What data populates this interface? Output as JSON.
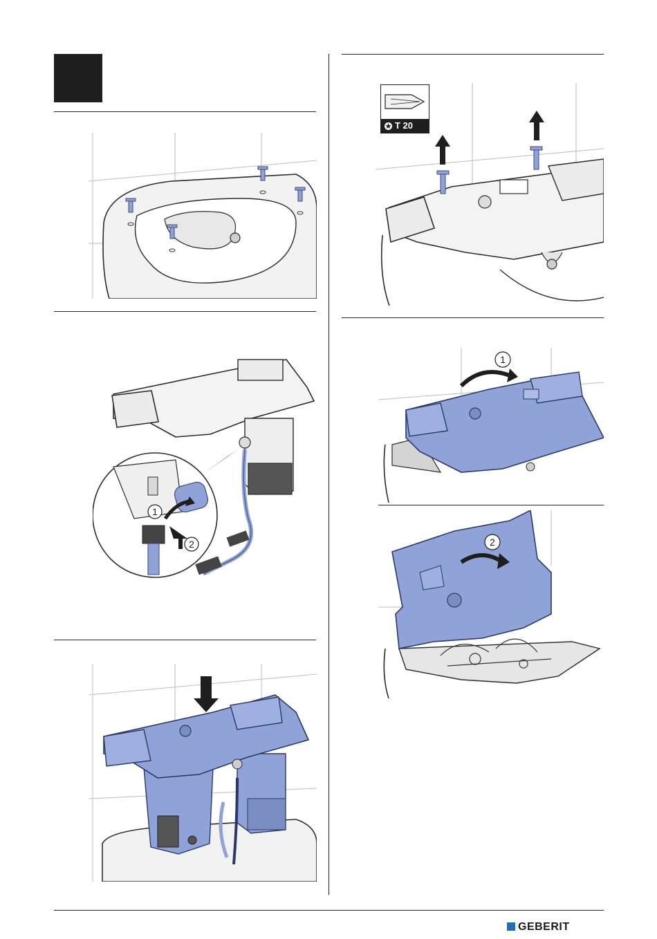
{
  "page": {
    "brand_name": "GEBERIT",
    "brand_color": "#1f6fb8",
    "step_box_color": "#1e1e1e",
    "part_highlight_color": "#8fa3d9"
  },
  "tool": {
    "size_label": "T 20",
    "icon": "torx-bit-icon"
  },
  "callouts": {
    "step_cap_1": "1",
    "step_cap_2": "2",
    "lift_1": "1",
    "lift_2": "2"
  },
  "figures": [
    {
      "name": "remove-screws-figure",
      "icon": "screws-in-toilet-bowl"
    },
    {
      "name": "remove-top-screws-figure",
      "icon": "screwdriver-arrows-up"
    },
    {
      "name": "connect-hose-figure",
      "icon": "cap-removal-and-hose"
    },
    {
      "name": "lift-cover-figure",
      "icon": "cover-tilt-arrow"
    },
    {
      "name": "open-cover-figure",
      "icon": "cover-open-arrow"
    },
    {
      "name": "insert-module-figure",
      "icon": "module-press-down-arrow"
    }
  ]
}
